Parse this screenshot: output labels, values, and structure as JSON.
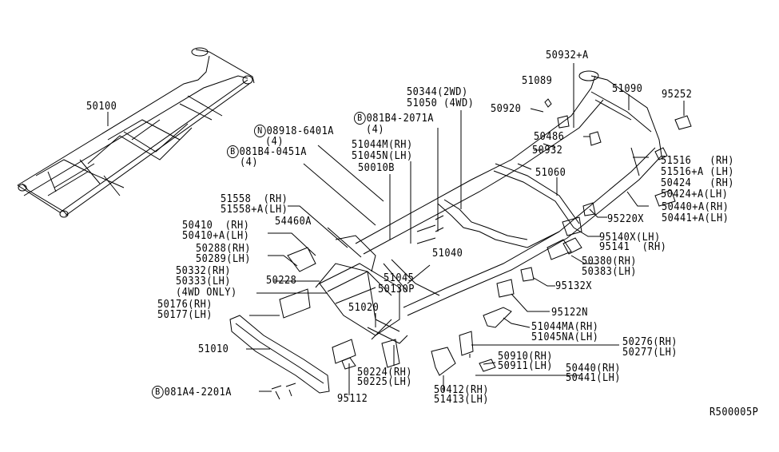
{
  "diagram_id": "R500005P",
  "labels": {
    "p50100": "50100",
    "p08918": "08918-6401A",
    "p08918_qty": "(4)",
    "p08918_mark": "N",
    "p081B4_0451": "081B4-0451A",
    "p081B4_0451_qty": "(4)",
    "p081B4_0451_mark": "B",
    "p081B4_2071": "081B4-2071A",
    "p081B4_2071_qty": "(4)",
    "p081B4_2071_mark": "B",
    "p51044M": "51044M(RH)",
    "p51045N": "51045N(LH)",
    "p50010B": "50010B",
    "p50344": "50344(2WD)",
    "p51050": "51050 (4WD)",
    "p51089": "51089",
    "p50932A": "50932+A",
    "p50920": "50920",
    "p50486": "50486",
    "p50932": "50932",
    "p51090": "51090",
    "p95252": "95252",
    "p51516": "51516   (RH)",
    "p51516A": "51516+A (LH)",
    "p50424": "50424   (RH)",
    "p50424A": "50424+A(LH)",
    "p51060": "51060",
    "p50440A": "50440+A(RH)",
    "p50441A": "50441+A(LH)",
    "p95220X": "95220X",
    "p95140X": "95140X(LH)",
    "p95141": "95141  (RH)",
    "p50380": "50380(RH)",
    "p50383": "50383(LH)",
    "p95132X": "95132X",
    "p95122N": "95122N",
    "p51044MA": "51044MA(RH)",
    "p51045NA": "51045NA(LH)",
    "p50276": "50276(RH)",
    "p50277": "50277(LH)",
    "p50910": "50910(RH)",
    "p50911": "50911(LH)",
    "p50440": "50440(RH)",
    "p50441": "50441(LH)",
    "p50412": "50412(RH)",
    "p51413": "51413(LH)",
    "p50224": "50224(RH)",
    "p50225": "50225(LH)",
    "p95112": "95112",
    "p081A4": "081A4-2201A",
    "p081A4_mark": "B",
    "p51010": "51010",
    "p50176": "50176(RH)",
    "p50177": "50177(LH)",
    "p50332": "50332(RH)",
    "p50333": "50333(LH)",
    "p4wd_only": "(4WD ONLY)",
    "p50228": "50228",
    "p50288": "50288(RH)",
    "p50289": "50289(LH)",
    "p50410": "50410  (RH)",
    "p50410A": "50410+A(LH)",
    "p54460A": "54460A",
    "p51558": "51558  (RH)",
    "p51558A": "51558+A(LH)",
    "p51040": "51040",
    "p51045": "51045",
    "p50130P": "50130P",
    "p51020": "51020"
  }
}
